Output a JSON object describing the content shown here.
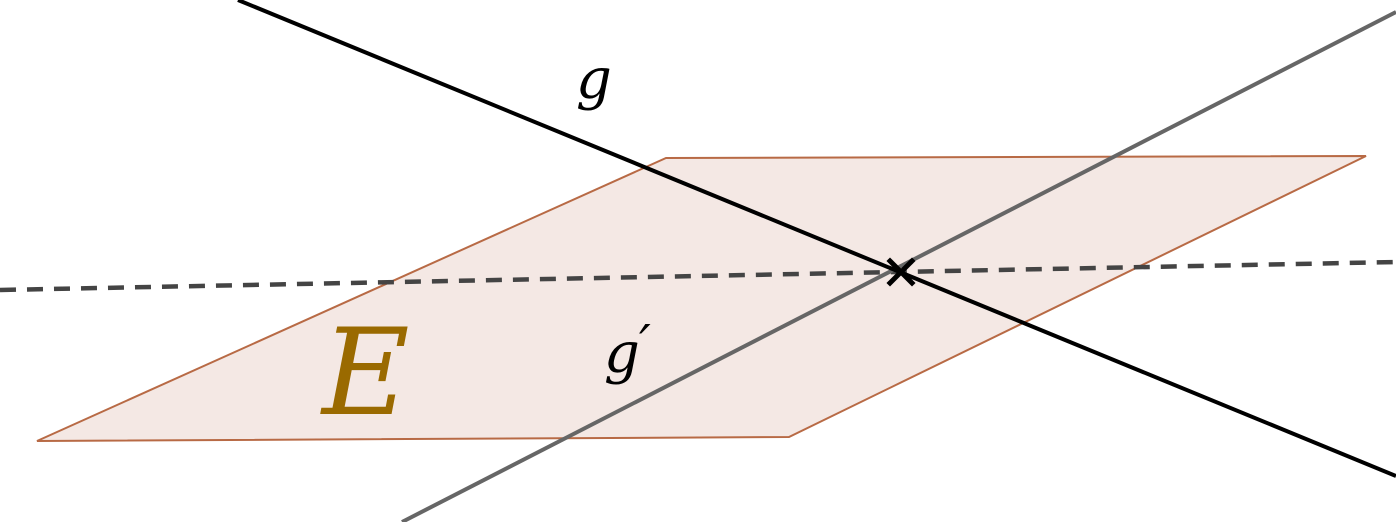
{
  "labels": {
    "line_g": "g",
    "line_g_prime": "g",
    "prime_mark": "′",
    "plane": "E"
  },
  "colors": {
    "plane_fill": "#f4e8e4",
    "plane_stroke": "#b86a45",
    "plane_label": "#9a6a00",
    "line_g": "#000000",
    "line_g_prime": "#666666",
    "dashed_line": "#444444",
    "intersection_mark": "#000000"
  }
}
